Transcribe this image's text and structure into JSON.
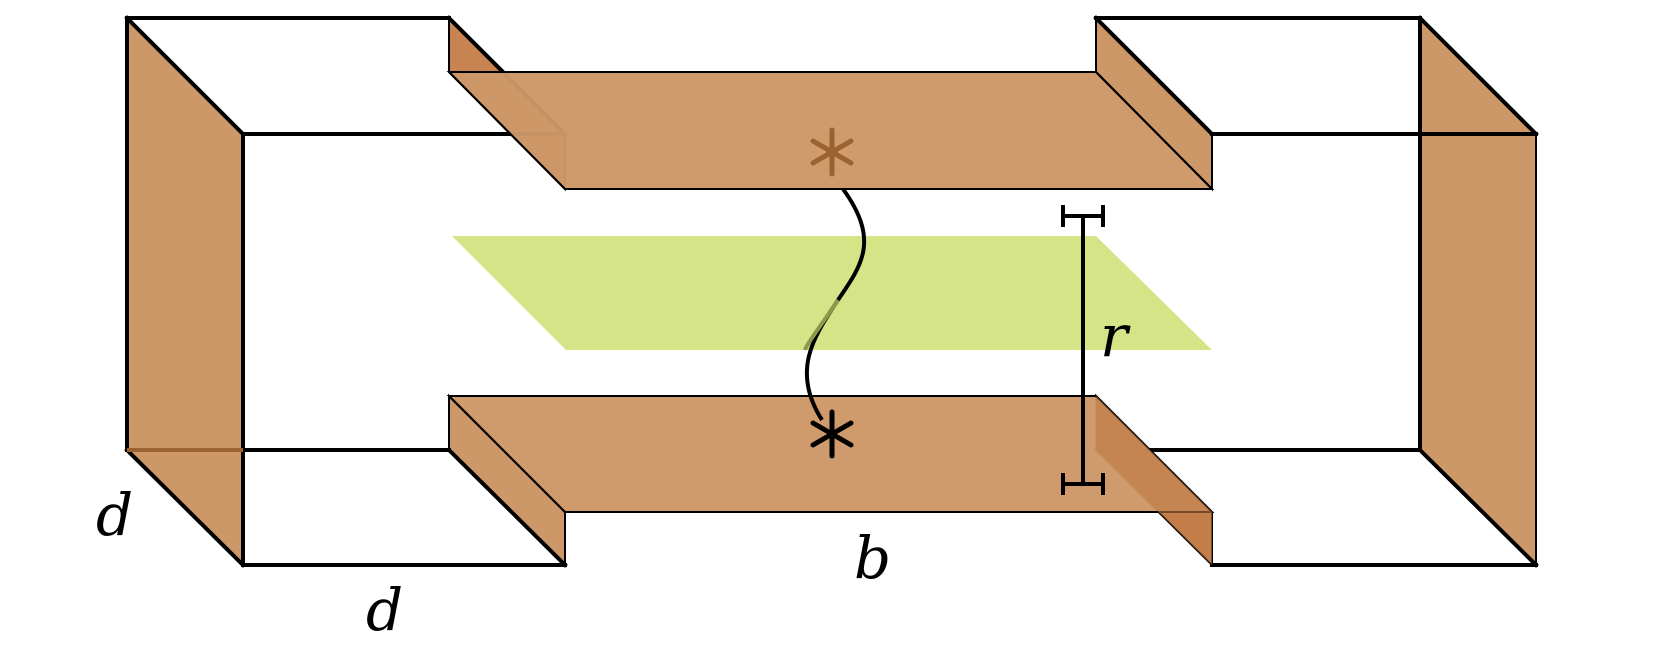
{
  "labels": {
    "d_left": "d",
    "d_bottom": "d",
    "b": "b",
    "r": "r"
  },
  "colors": {
    "face": "#cd9868",
    "face_dark": "#bf7a44",
    "plane": "#d4e487",
    "star_top": "#99622e",
    "star_bottom": "#000000",
    "stroke": "#000000"
  },
  "icons": {
    "top_marker": "asterisk-icon",
    "bottom_marker": "asterisk-icon"
  }
}
